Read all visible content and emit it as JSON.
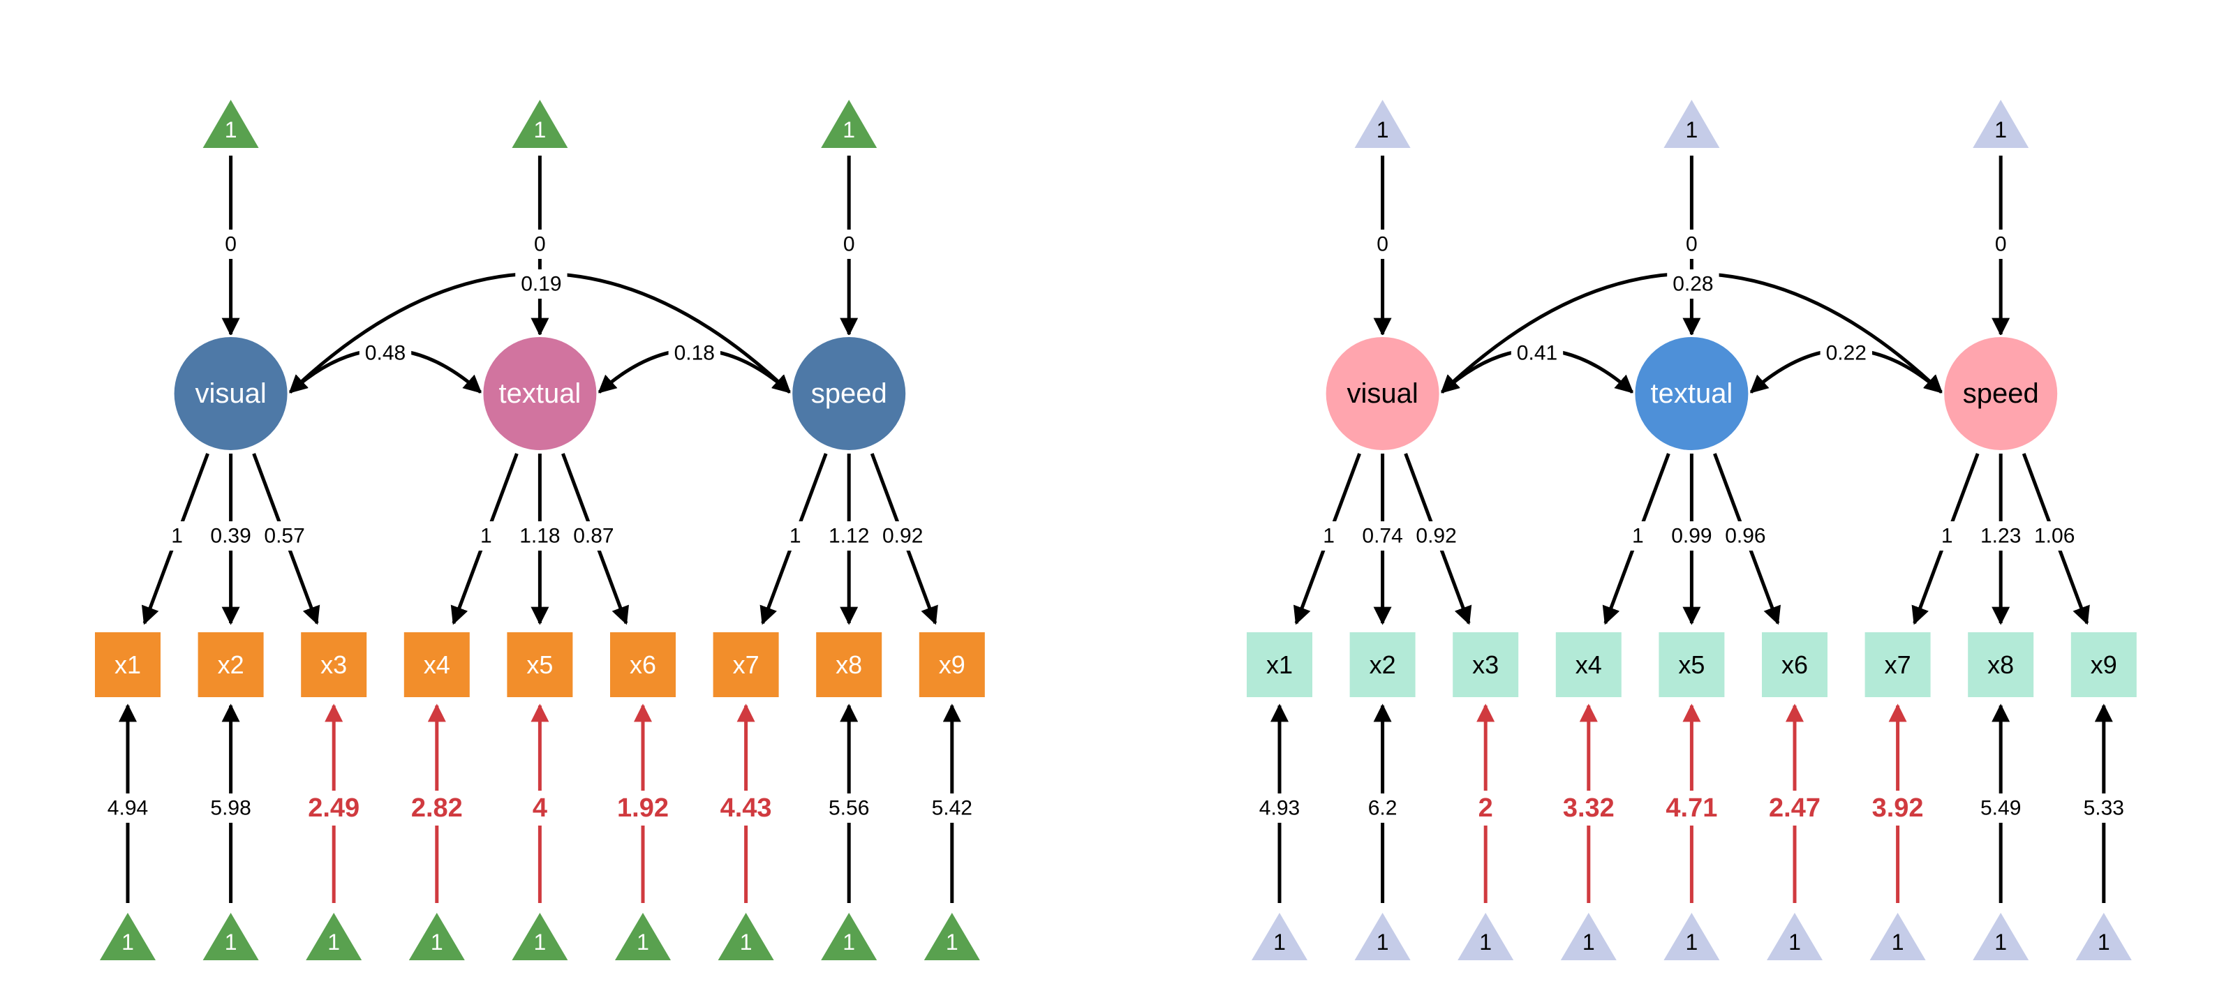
{
  "colors": {
    "edge": "#000000",
    "highlight_edge": "#D03A3F",
    "label_bg": "#FFFFFF"
  },
  "panels": [
    {
      "id": "left",
      "intercept_color": "#59A14F",
      "intercept_text_color": "#FFFFFF",
      "indicator_color": "#F28E2B",
      "indicator_text_color": "#FFFFFF",
      "latent_text_color": "#FFFFFF",
      "latents": [
        {
          "name": "visual",
          "color": "#4E79A7",
          "text_color": "#FFFFFF",
          "intercept_label": "1",
          "mean": "0"
        },
        {
          "name": "textual",
          "color": "#D1749F",
          "text_color": "#FFFFFF",
          "intercept_label": "1",
          "mean": "0"
        },
        {
          "name": "speed",
          "color": "#4E79A7",
          "text_color": "#FFFFFF",
          "intercept_label": "1",
          "mean": "0"
        }
      ],
      "covariances": [
        {
          "from": "visual",
          "to": "textual",
          "value": "0.48"
        },
        {
          "from": "textual",
          "to": "speed",
          "value": "0.18"
        },
        {
          "from": "visual",
          "to": "speed",
          "value": "0.19"
        }
      ],
      "indicators": [
        {
          "name": "x1",
          "latent": "visual",
          "loading": "1",
          "intercept": "4.94",
          "highlight": false,
          "intercept_label": "1"
        },
        {
          "name": "x2",
          "latent": "visual",
          "loading": "0.39",
          "intercept": "5.98",
          "highlight": false,
          "intercept_label": "1"
        },
        {
          "name": "x3",
          "latent": "visual",
          "loading": "0.57",
          "intercept": "2.49",
          "highlight": true,
          "intercept_label": "1"
        },
        {
          "name": "x4",
          "latent": "textual",
          "loading": "1",
          "intercept": "2.82",
          "highlight": true,
          "intercept_label": "1"
        },
        {
          "name": "x5",
          "latent": "textual",
          "loading": "1.18",
          "intercept": "4",
          "highlight": true,
          "intercept_label": "1"
        },
        {
          "name": "x6",
          "latent": "textual",
          "loading": "0.87",
          "intercept": "1.92",
          "highlight": true,
          "intercept_label": "1"
        },
        {
          "name": "x7",
          "latent": "speed",
          "loading": "1",
          "intercept": "4.43",
          "highlight": true,
          "intercept_label": "1"
        },
        {
          "name": "x8",
          "latent": "speed",
          "loading": "1.12",
          "intercept": "5.56",
          "highlight": false,
          "intercept_label": "1"
        },
        {
          "name": "x9",
          "latent": "speed",
          "loading": "0.92",
          "intercept": "5.42",
          "highlight": false,
          "intercept_label": "1"
        }
      ]
    },
    {
      "id": "right",
      "intercept_color": "#C5CCE8",
      "intercept_text_color": "#000000",
      "indicator_color": "#B3EAD7",
      "indicator_text_color": "#000000",
      "latents": [
        {
          "name": "visual",
          "color": "#FFA5AE",
          "text_color": "#000000",
          "intercept_label": "1",
          "mean": "0"
        },
        {
          "name": "textual",
          "color": "#4E90D8",
          "text_color": "#FFFFFF",
          "intercept_label": "1",
          "mean": "0"
        },
        {
          "name": "speed",
          "color": "#FFA5AE",
          "text_color": "#000000",
          "intercept_label": "1",
          "mean": "0"
        }
      ],
      "covariances": [
        {
          "from": "visual",
          "to": "textual",
          "value": "0.41"
        },
        {
          "from": "textual",
          "to": "speed",
          "value": "0.22"
        },
        {
          "from": "visual",
          "to": "speed",
          "value": "0.28"
        }
      ],
      "indicators": [
        {
          "name": "x1",
          "latent": "visual",
          "loading": "1",
          "intercept": "4.93",
          "highlight": false,
          "intercept_label": "1"
        },
        {
          "name": "x2",
          "latent": "visual",
          "loading": "0.74",
          "intercept": "6.2",
          "highlight": false,
          "intercept_label": "1"
        },
        {
          "name": "x3",
          "latent": "visual",
          "loading": "0.92",
          "intercept": "2",
          "highlight": true,
          "intercept_label": "1"
        },
        {
          "name": "x4",
          "latent": "textual",
          "loading": "1",
          "intercept": "3.32",
          "highlight": true,
          "intercept_label": "1"
        },
        {
          "name": "x5",
          "latent": "textual",
          "loading": "0.99",
          "intercept": "4.71",
          "highlight": true,
          "intercept_label": "1"
        },
        {
          "name": "x6",
          "latent": "textual",
          "loading": "0.96",
          "intercept": "2.47",
          "highlight": true,
          "intercept_label": "1"
        },
        {
          "name": "x7",
          "latent": "speed",
          "loading": "1",
          "intercept": "3.92",
          "highlight": true,
          "intercept_label": "1"
        },
        {
          "name": "x8",
          "latent": "speed",
          "loading": "1.23",
          "intercept": "5.49",
          "highlight": false,
          "intercept_label": "1"
        },
        {
          "name": "x9",
          "latent": "speed",
          "loading": "1.06",
          "intercept": "5.33",
          "highlight": false,
          "intercept_label": "1"
        }
      ]
    }
  ]
}
